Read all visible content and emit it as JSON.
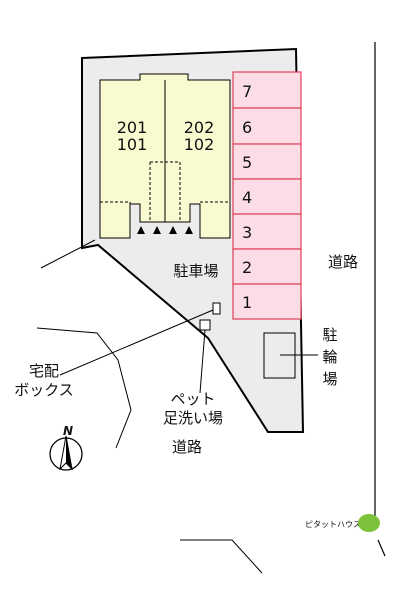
{
  "building": {
    "units_upper": [
      "201",
      "202"
    ],
    "units_lower": [
      "101",
      "102"
    ]
  },
  "parking": {
    "label": "駐車場",
    "spaces": [
      "7",
      "6",
      "5",
      "4",
      "3",
      "2",
      "1"
    ]
  },
  "labels": {
    "road_east": "道路",
    "road_south": "道路",
    "bicycle_parking": [
      "駐",
      "輪",
      "場"
    ],
    "delivery_box": [
      "宅配",
      "ボックス"
    ],
    "pet_foot_wash": [
      "ペット",
      "足洗い場"
    ],
    "north_mark": "N",
    "logo": "ピタットハウス"
  },
  "colors": {
    "lot": "#ececec",
    "building": "#fafad0",
    "parking_fill": "#fcdde6",
    "parking_stroke": "#e0405a",
    "logo_green": "#7cc23a"
  }
}
